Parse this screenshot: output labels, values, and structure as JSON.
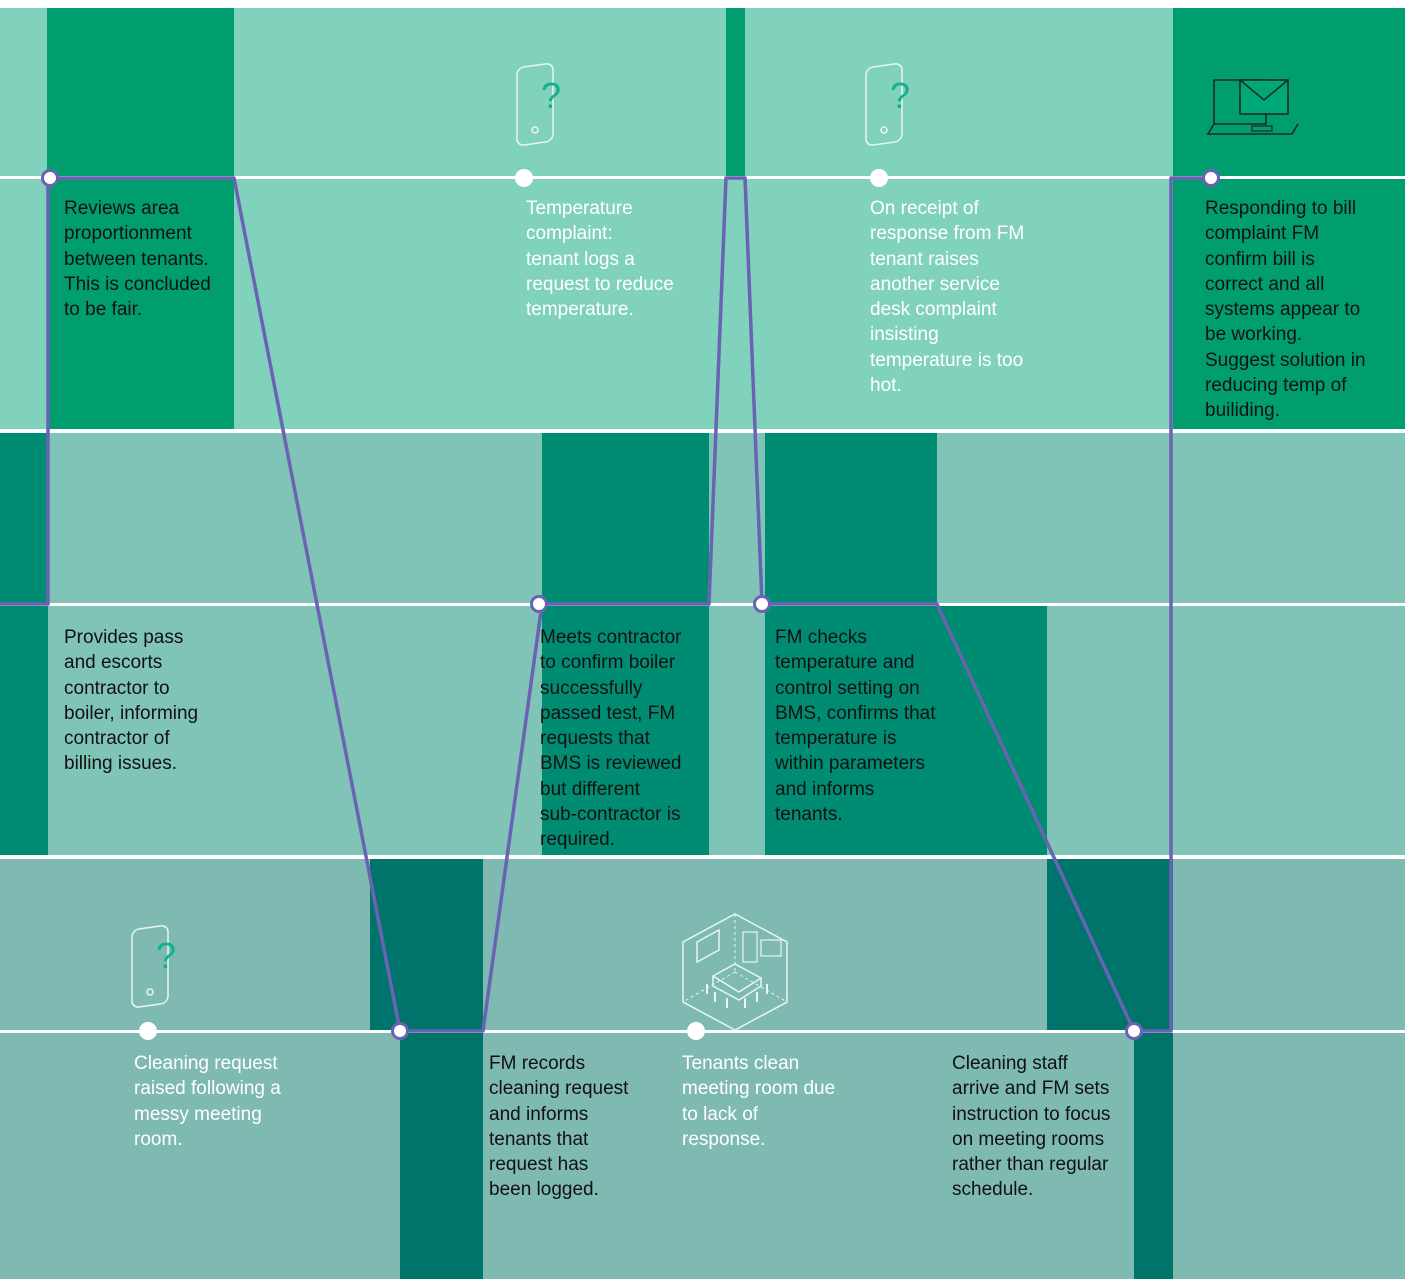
{
  "colors": {
    "lane1_light": "#81d2bd",
    "lane1_dark": "#009e6e",
    "lane2_light": "#80c4b8",
    "lane2_dark": "#008c72",
    "lane3_light": "#7fbab2",
    "lane3_dark": "#00746a",
    "path": "#6a62b3",
    "divider": "#ffffff"
  },
  "icons": [
    "phone-question-icon",
    "phone-question-icon",
    "laptop-envelope-icon",
    "phone-question-icon",
    "meeting-room-icon"
  ],
  "steps": [
    {
      "id": "s1",
      "text": "Reviews area\nproportionment\nbetween tenants.\nThis is concluded\nto be fair."
    },
    {
      "id": "s2",
      "text": "Temperature\ncomplaint:\ntenant logs a\nrequest to reduce\ntemperature."
    },
    {
      "id": "s3",
      "text": "On receipt of\nresponse from FM\ntenant raises\nanother service\ndesk complaint\ninsisting\ntemperature is too\nhot."
    },
    {
      "id": "s4",
      "text": "Responding to bill\ncomplaint FM\nconfirm bill is\ncorrect and all\nsystems appear to\nbe working.\nSuggest solution in\nreducing temp of\nbuiliding."
    },
    {
      "id": "s5",
      "text": "Provides pass\nand escorts\ncontractor to\nboiler, informing\ncontractor of\nbilling issues."
    },
    {
      "id": "s6",
      "text": "Meets contractor\nto confirm boiler\nsuccessfully\npassed test, FM\nrequests that\nBMS is reviewed\nbut different\nsub-contractor is\nrequired."
    },
    {
      "id": "s7",
      "text": "FM checks\ntemperature and\ncontrol setting on\nBMS, confirms that\ntemperature is\nwithin parameters\nand informs\ntenants."
    },
    {
      "id": "s8",
      "text": "Cleaning request\nraised following a\nmessy meeting\nroom."
    },
    {
      "id": "s9",
      "text": "FM records\ncleaning request\nand informs\ntenants that\nrequest has\nbeen logged."
    },
    {
      "id": "s10",
      "text": "Tenants clean\nmeeting room due\nto lack of\nresponse."
    },
    {
      "id": "s11",
      "text": "Cleaning staff\narrive and FM sets\ninstruction to focus\non meeting rooms\nrather than regular\nschedule."
    }
  ]
}
